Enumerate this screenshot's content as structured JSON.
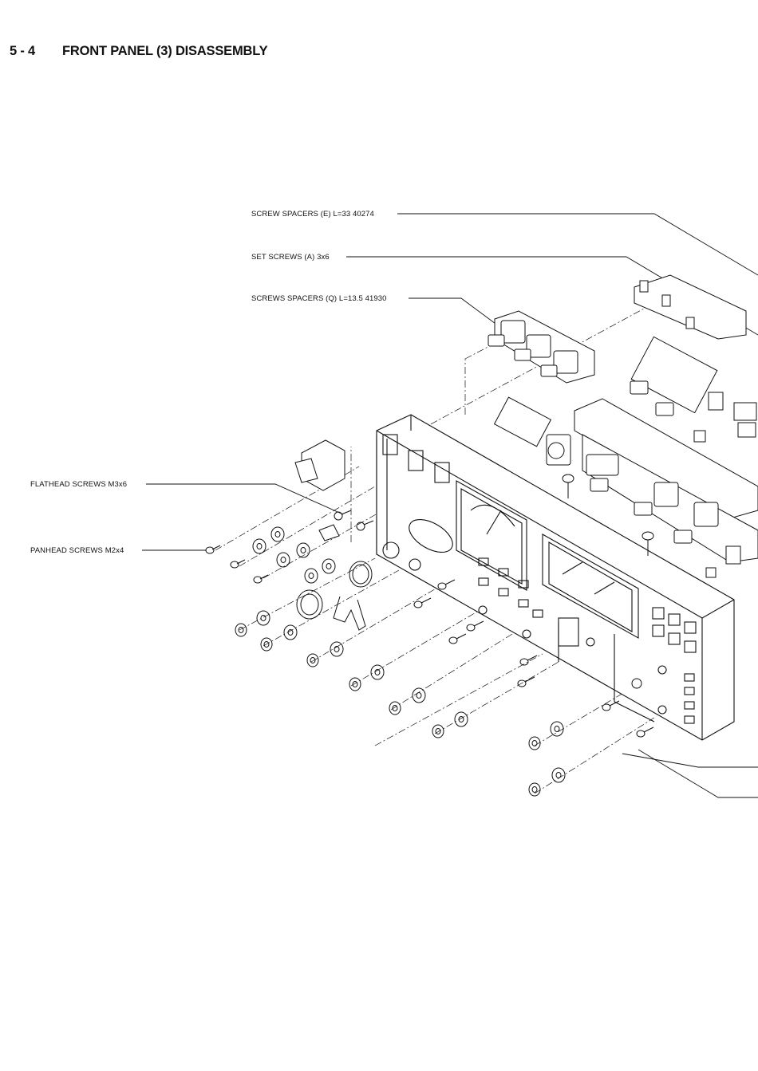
{
  "section": {
    "number": "5 - 4",
    "title": "FRONT PANEL (3) DISASSEMBLY"
  },
  "callouts": [
    {
      "id": "screw-spacers-e",
      "text": "SCREW SPACERS (E) L=33 40274"
    },
    {
      "id": "set-screws-a",
      "text": "SET SCREWS (A) 3x6"
    },
    {
      "id": "screws-spacers-q",
      "text": "SCREWS SPACERS (Q) L=13.5 41930"
    },
    {
      "id": "flathead-screws",
      "text": "FLATHEAD SCREWS M3x6"
    },
    {
      "id": "panhead-screws",
      "text": "PANHEAD SCREWS M2x4"
    }
  ],
  "colors": {
    "ink": "#111111",
    "paper": "#ffffff"
  }
}
